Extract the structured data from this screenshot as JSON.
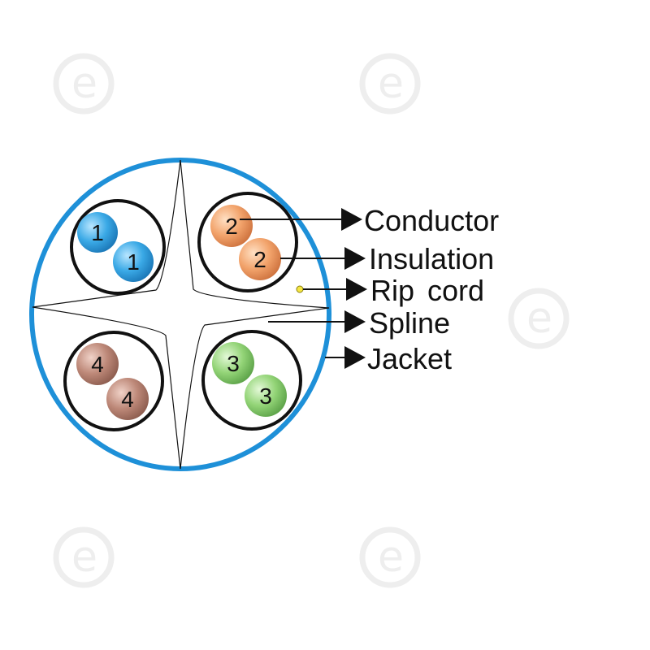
{
  "pairs": [
    {
      "number": "1",
      "color": "#35a7e3"
    },
    {
      "number": "2",
      "color": "#f2a36b"
    },
    {
      "number": "4",
      "color": "#b98575"
    },
    {
      "number": "3",
      "color": "#8fd274"
    }
  ],
  "labels": {
    "conductor": "Conductor",
    "insulation": "Insulation",
    "rip_cord": "Rip cord",
    "spline": "Spline",
    "jacket": "Jacket"
  },
  "colors": {
    "jacket": "#1e90d8",
    "rip_cord": "#f5e642",
    "outline": "#111111"
  }
}
